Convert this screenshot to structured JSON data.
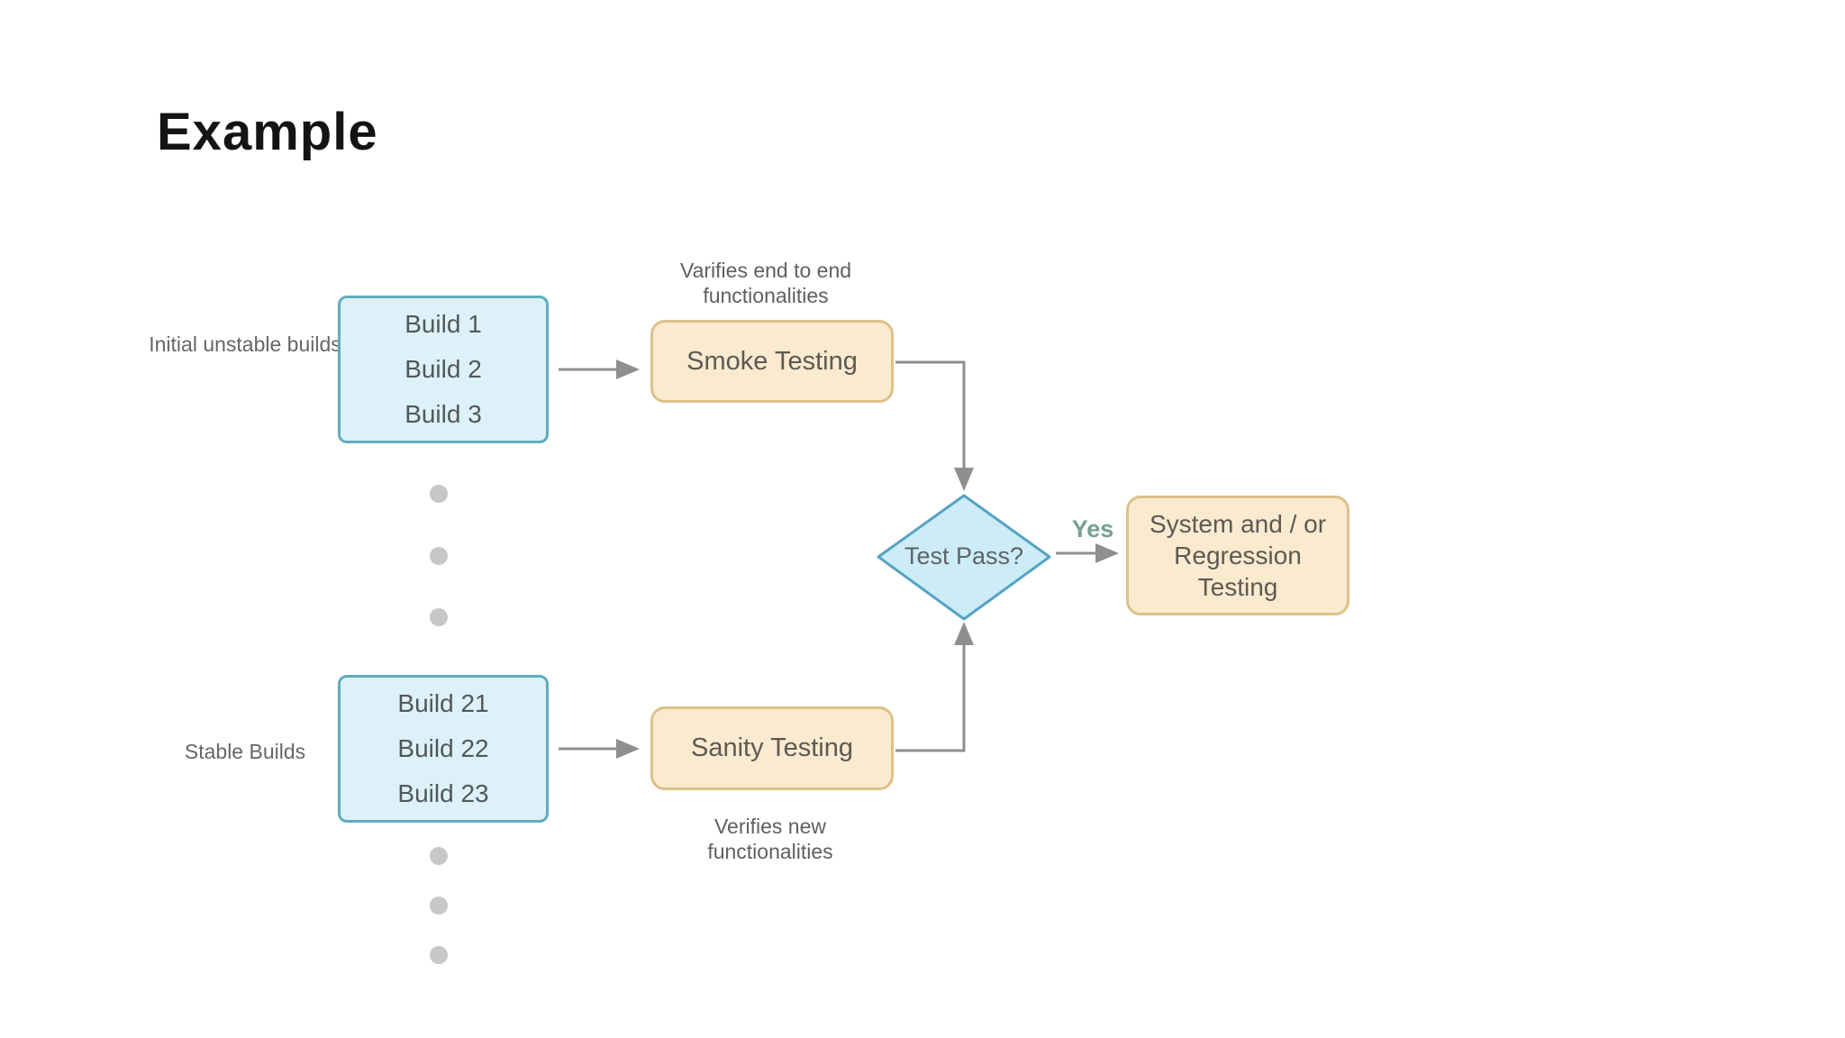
{
  "page": {
    "title": "Example"
  },
  "colors": {
    "title_color": "#141414",
    "blue_fill": "#ddf1f8",
    "blue_border": "#5fadbf",
    "orange_fill": "#faeacf",
    "orange_border": "#ddc189",
    "diamond_fill": "#cdecf6",
    "diamond_border": "#55a3c4",
    "arrow_color": "#8f8f8f",
    "node_text": "#50585f",
    "gray_text": "#666666",
    "yes_green": "#74a28f",
    "dot_color": "#c7c7c7"
  },
  "diagram": {
    "type": "flowchart",
    "labels": {
      "initial_builds": "Initial unstable builds",
      "stable_builds": "Stable Builds",
      "yes": "Yes"
    },
    "captions": {
      "smoke": "Varifies end to end functionalities",
      "sanity": "Verifies new functionalities"
    },
    "nodes": {
      "builds_top": {
        "lines": [
          "Build 1",
          "Build 2",
          "Build 3"
        ]
      },
      "builds_bottom": {
        "lines": [
          "Build 21",
          "Build 22",
          "Build 23"
        ]
      },
      "smoke": {
        "label": "Smoke Testing"
      },
      "sanity": {
        "label": "Sanity Testing"
      },
      "decision": {
        "label": "Test Pass?"
      },
      "system": {
        "lines": [
          "System and / or",
          "Regression",
          "Testing"
        ]
      }
    },
    "edges": [
      "builds_top -> smoke",
      "smoke -> decision",
      "decision -yes-> system",
      "builds_bottom -> sanity",
      "sanity -> decision"
    ]
  }
}
